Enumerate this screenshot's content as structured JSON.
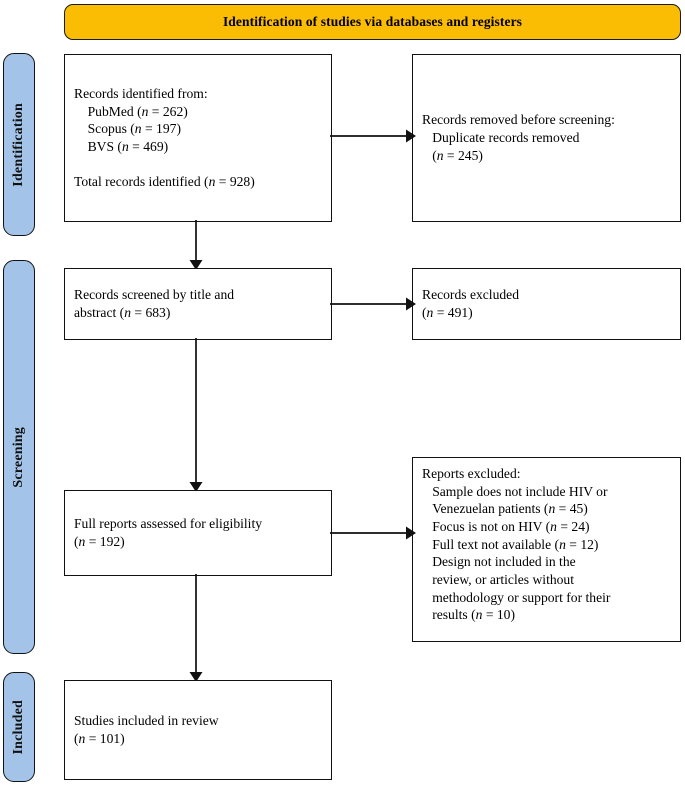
{
  "figure": {
    "type": "prisma-flow-diagram",
    "title": "Identification of studies via databases and registers"
  },
  "banner": {
    "label": "Identification of studies via databases and registers",
    "color": "#FBBC04"
  },
  "phases": [
    {
      "id": "identification",
      "label": "Identification",
      "color": "#A3C4E8"
    },
    {
      "id": "screening",
      "label": "Screening",
      "color": "#A3C4E8"
    },
    {
      "id": "included",
      "label": "Included",
      "color": "#A3C4E8"
    }
  ],
  "boxes": {
    "records_identified": {
      "id": "records-identified",
      "line1": "Records identified from:",
      "line2": "PubMed (n = 262)",
      "line3": "Scopus (n = 197)",
      "line4": "BVS (n = 469)",
      "line5": "Total records identified (n = 928)",
      "text": "Records identified from:\n    PubMed (n = 262)\n    Scopus (n = 197)\n    BVS (n = 469)\n\nTotal records identified (n = 928)"
    },
    "records_removed": {
      "id": "records-removed-before-screening",
      "line1": "Records removed before screening:",
      "line2": "Duplicate records removed",
      "line3": "(n = 245)",
      "text": "Records removed before screening:\n   Duplicate records removed\n   (n = 245)"
    },
    "records_screened": {
      "id": "records-screened",
      "line1": "Records screened by title and",
      "line2": "abstract (n = 683)",
      "text": "Records screened by title and\nabstract (n = 683)"
    },
    "records_excluded": {
      "id": "records-excluded",
      "line1": "Records excluded",
      "line2": "(n = 491)",
      "text": "Records excluded\n(n = 491)"
    },
    "reports_assessed": {
      "id": "full-reports-assessed",
      "line1": "Full reports assessed for eligibility",
      "line2": "(n = 192)",
      "text": "Full reports assessed for eligibility\n(n = 192)"
    },
    "reports_excluded": {
      "id": "reports-excluded",
      "line1": "Reports excluded:",
      "line2": "Sample does not include HIV or",
      "line3": "Venezuelan patients (n = 45)",
      "line4": "Focus is not on HIV (n = 24)",
      "line5": "Full text not available (n = 12)",
      "line6": "Design not included in the",
      "line7": "review, or articles without",
      "line8": "methodology or support for their",
      "line9": "results (n = 10)",
      "text": "Reports excluded:\n   Sample does not include HIV or\n   Venezuelan patients (n = 45)\n   Focus is not on HIV (n = 24)\n   Full text not available (n = 12)\n   Design not included in the\n   review, or articles without\n   methodology or support for their\n   results (n = 10)"
    },
    "studies_included": {
      "id": "studies-included-in-review",
      "line1": "Studies included in review",
      "line2": "(n = 101)",
      "text": "Studies included in review\n(n = 101)"
    }
  },
  "counts": {
    "pubmed": 262,
    "scopus": 197,
    "bvs": 469,
    "total_identified": 928,
    "duplicates_removed": 245,
    "screened": 683,
    "records_excluded": 491,
    "full_reports_assessed": 192,
    "excluded_sample_not_hiv_or_venezuelan": 45,
    "excluded_focus_not_hiv": 24,
    "excluded_full_text_unavailable": 12,
    "excluded_design_or_methodology": 10,
    "included": 101
  },
  "connectors": [
    {
      "id": "identified-to-removed",
      "direction": "right"
    },
    {
      "id": "identified-to-screened",
      "direction": "down"
    },
    {
      "id": "screened-to-excluded",
      "direction": "right"
    },
    {
      "id": "screened-to-assessed",
      "direction": "down"
    },
    {
      "id": "assessed-to-reports-excluded",
      "direction": "right"
    },
    {
      "id": "assessed-to-included",
      "direction": "down"
    }
  ]
}
